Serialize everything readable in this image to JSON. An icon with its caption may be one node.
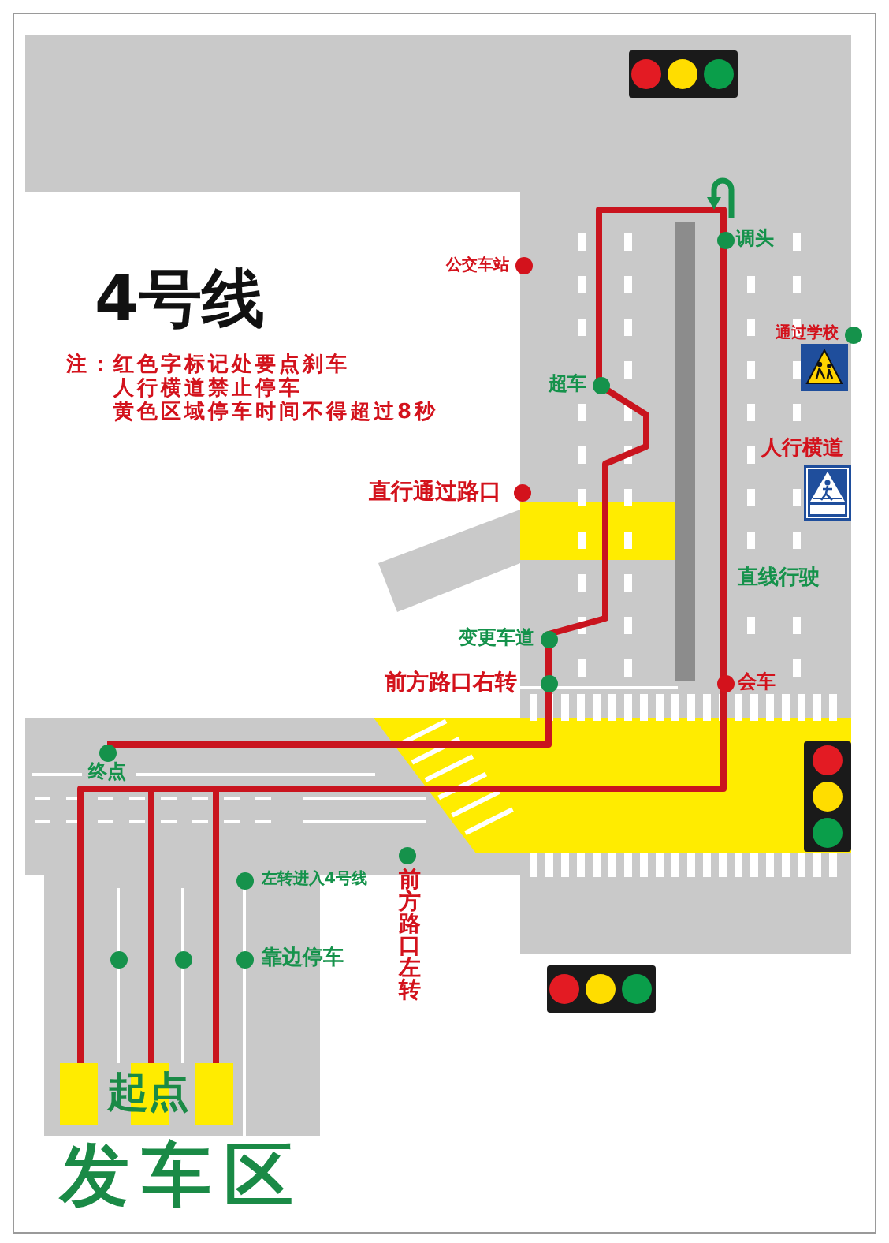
{
  "diagram": {
    "title": "4号线",
    "labels": [
      "注：红色字标记处要点刹车",
      "人行横道禁止停车",
      "黄色区域停车时间不得超过8秒",
      "调头",
      "公交车站",
      "通过学校",
      "超车",
      "人行横道",
      "直行通过路口",
      "直线行驶",
      "变更车道",
      "前方路口右转",
      "会车",
      "终点",
      "左转进入4号线",
      "前方路口左转",
      "靠边停车",
      "起点",
      "发车区"
    ]
  }
}
